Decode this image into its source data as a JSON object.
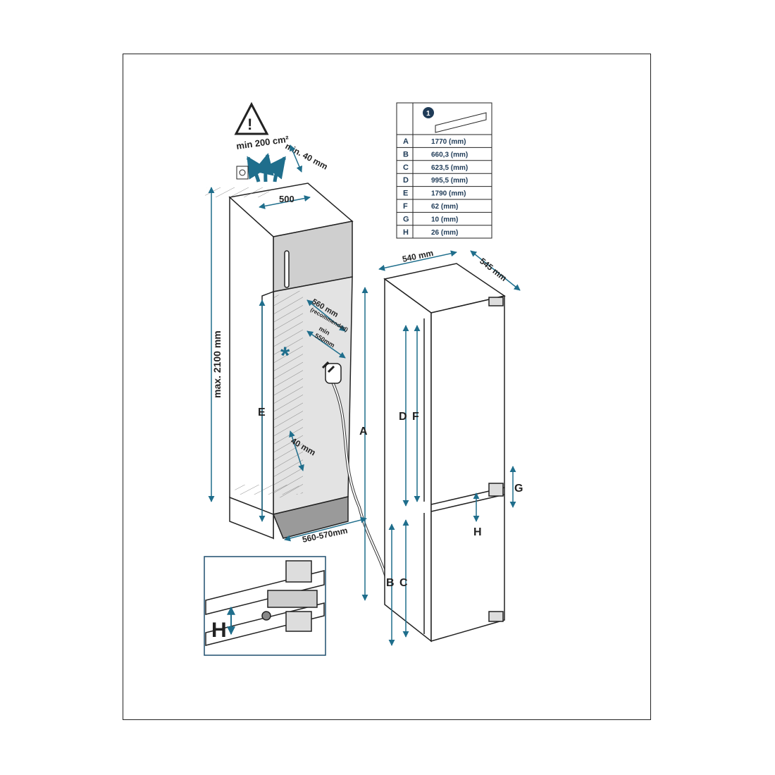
{
  "warning": {
    "ventilation": "min 200 cm²",
    "gap_top": "min. 40 mm"
  },
  "cabinet": {
    "width_inner": "500",
    "height_max": "max. 2100 mm",
    "depth_recommended": "560 mm",
    "depth_recommended_note": "(recommended)",
    "depth_min": "min",
    "depth_min_value": "550mm",
    "niche_depth": "560-570mm",
    "gap_bottom": "40 mm",
    "label_e": "E",
    "asterisk": "*"
  },
  "fridge": {
    "width": "540 mm",
    "depth": "545 mm",
    "labels": {
      "a": "A",
      "b": "B",
      "c": "C",
      "d": "D",
      "f": "F",
      "g": "G",
      "h": "H"
    }
  },
  "detail": {
    "label_h": "H"
  },
  "table": {
    "header_badge": "1",
    "rows": [
      {
        "key": "A",
        "value": "1770 (mm)"
      },
      {
        "key": "B",
        "value": "660,3 (mm)"
      },
      {
        "key": "C",
        "value": "623,5 (mm)"
      },
      {
        "key": "D",
        "value": "995,5 (mm)"
      },
      {
        "key": "E",
        "value": "1790 (mm)"
      },
      {
        "key": "F",
        "value": "62 (mm)"
      },
      {
        "key": "G",
        "value": "10 (mm)"
      },
      {
        "key": "H",
        "value": "26 (mm)"
      }
    ]
  },
  "colors": {
    "accent": "#1f6e8c",
    "line": "#222222",
    "shade": "#d8d8d8"
  }
}
